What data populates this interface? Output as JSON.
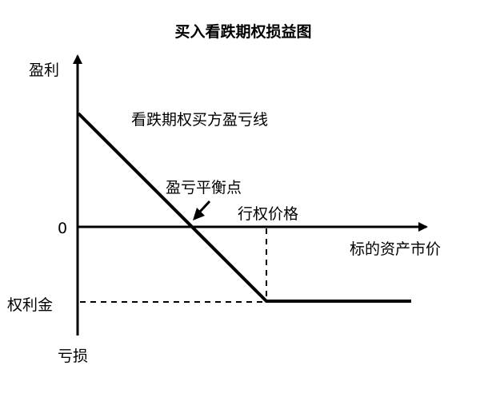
{
  "diagram": {
    "title": "买入看跌期权损益图",
    "y_axis_top_label": "盈利",
    "y_axis_bottom_label": "亏损",
    "x_axis_label": "标的资产市价",
    "origin_label": "0",
    "premium_label": "权利金",
    "payoff_line_label": "看跌期权买方盈亏线",
    "breakeven_label": "盈亏平衡点",
    "strike_label": "行权价格"
  }
}
